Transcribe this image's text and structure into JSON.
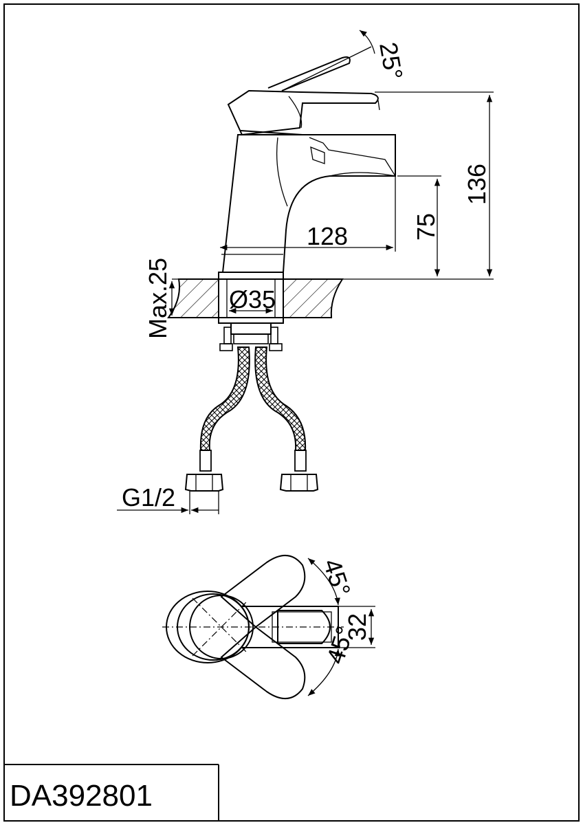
{
  "model_number": "DA392801",
  "dimensions": {
    "lever_angle": "25°",
    "total_height": "136",
    "spout_height": "75",
    "spout_reach": "128",
    "max_deck": "Max.25",
    "hole_diameter": "Ø35",
    "thread": "G1/2",
    "rotation_up": "45°",
    "rotation_down": "45°",
    "body_width": "32"
  }
}
